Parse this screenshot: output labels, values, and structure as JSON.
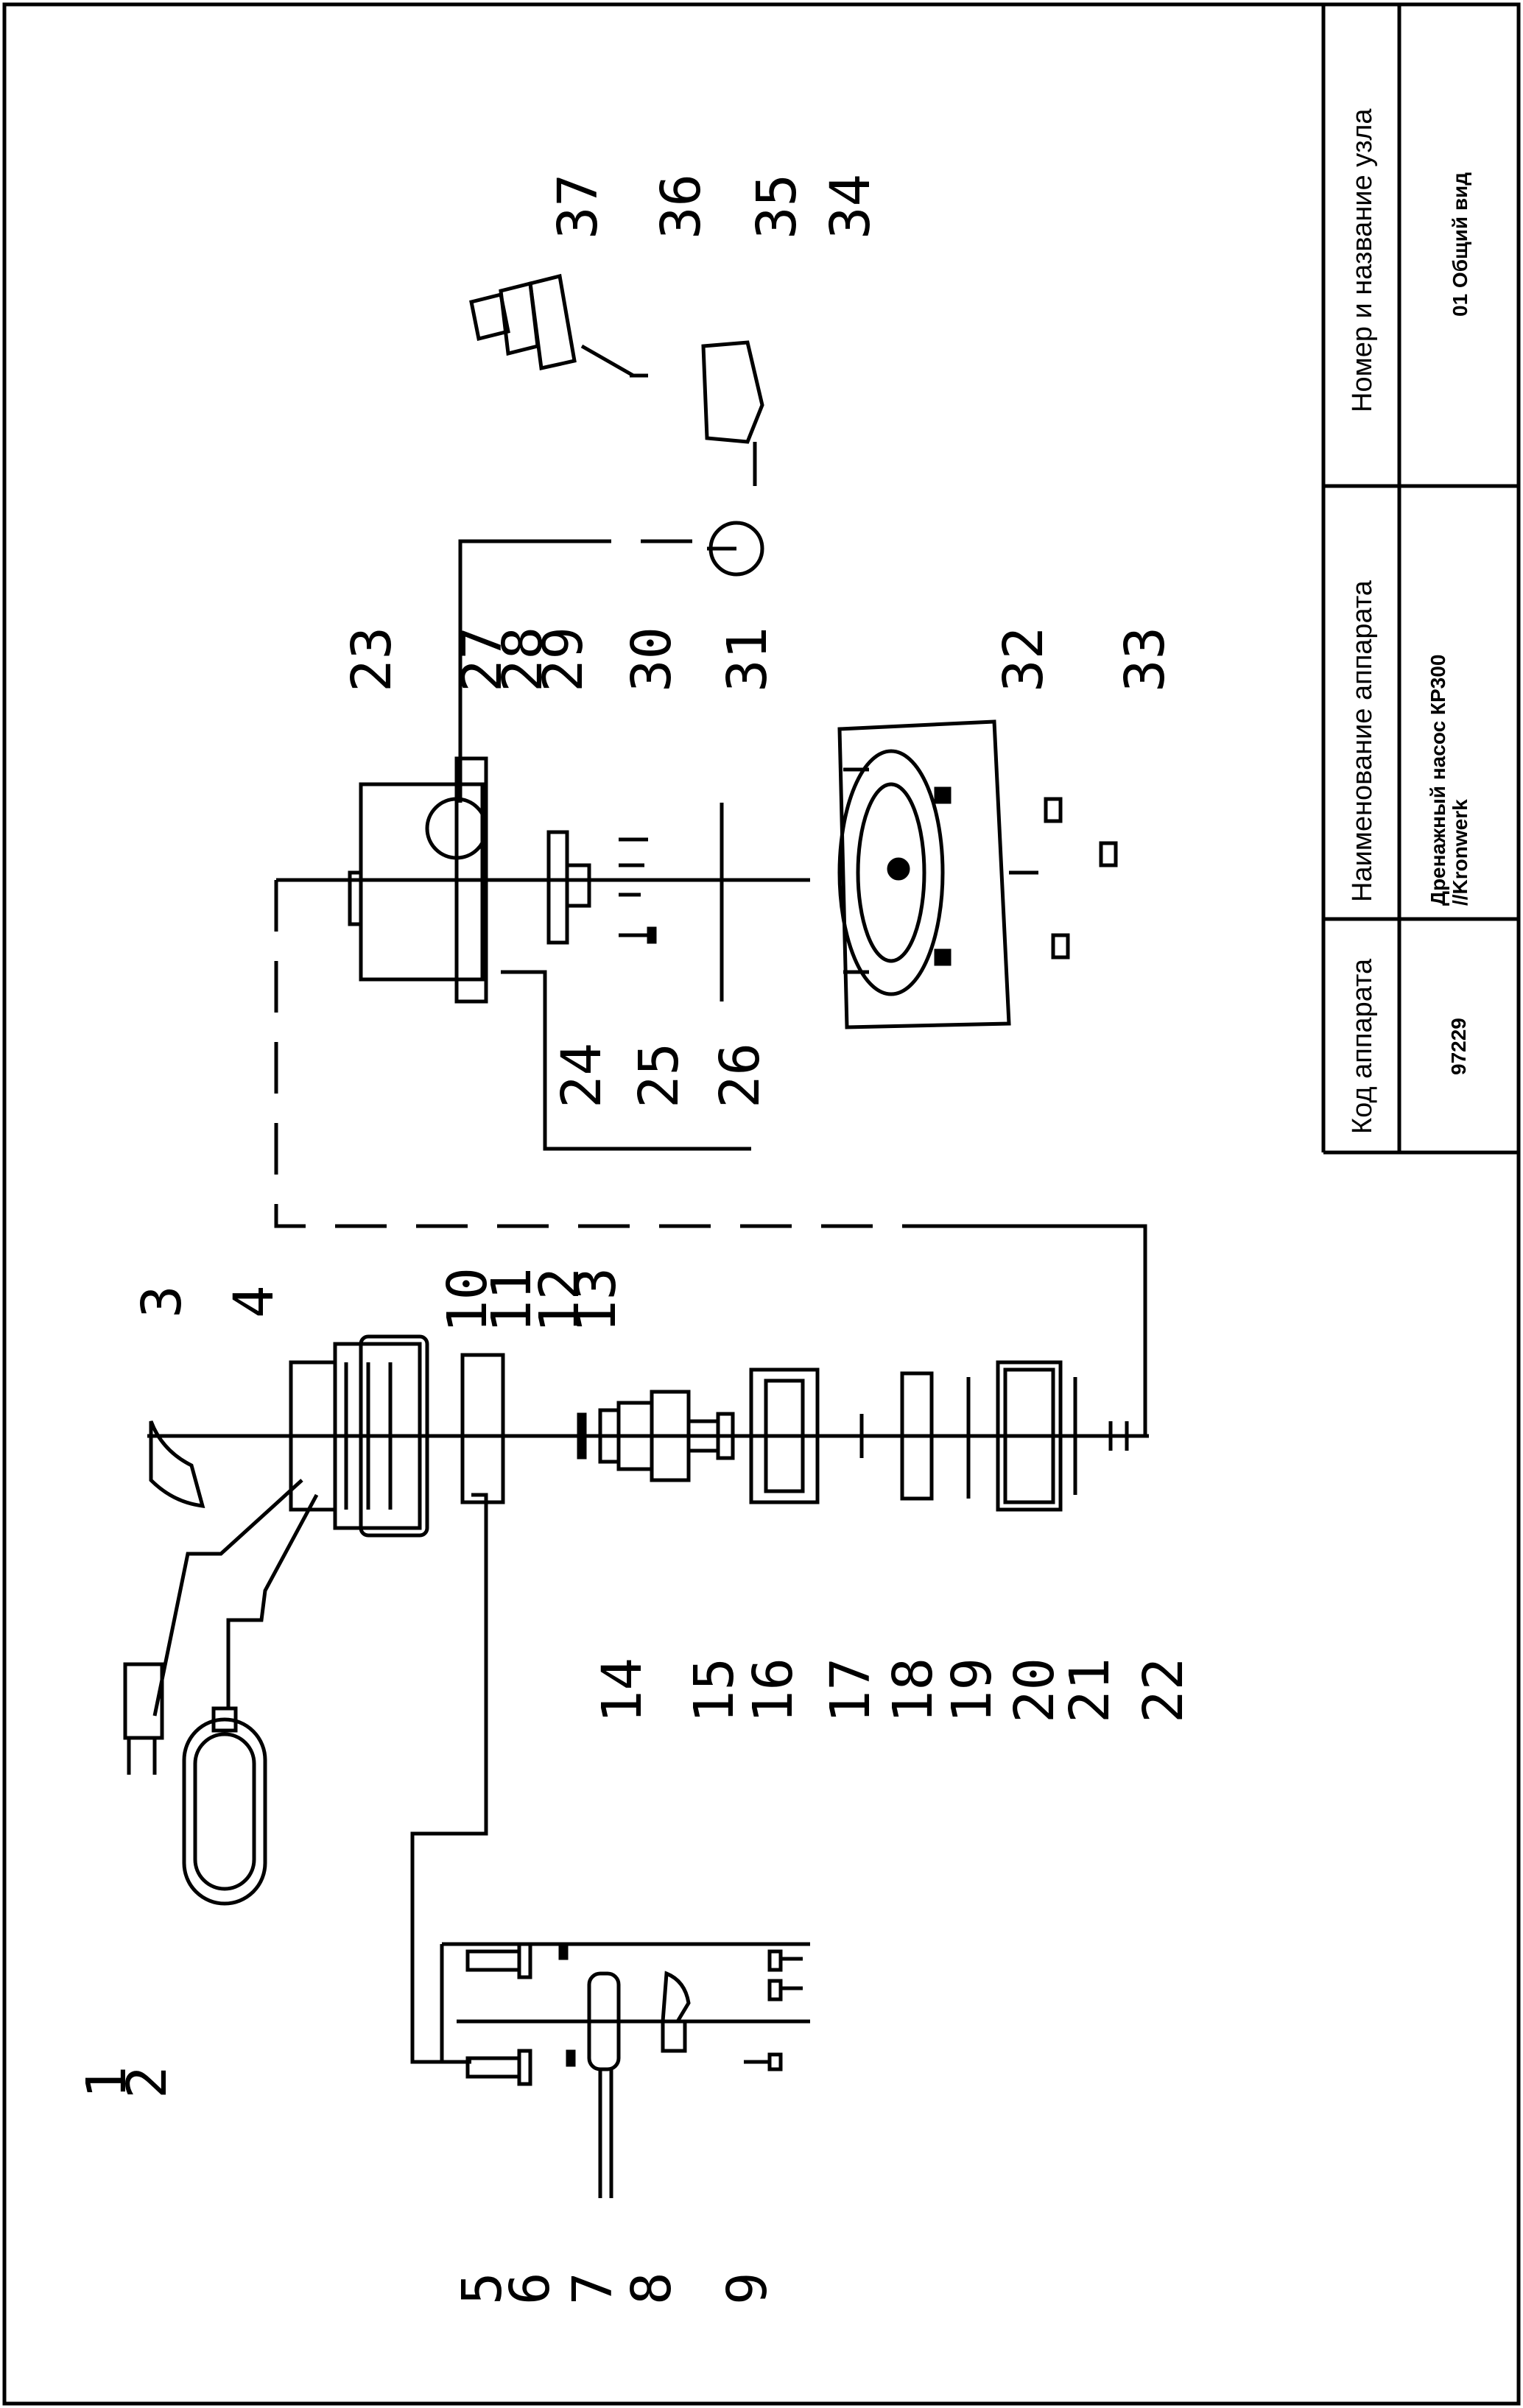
{
  "title_block": {
    "code_header": "Код аппарата",
    "code_value": "97229",
    "name_header": "Наименование аппарата",
    "name_value_line1": "Дренажный насос КР300",
    "name_value_line2": "//Kronwerk",
    "node_header": "Номер и название узла",
    "node_value": "01 Общий вид"
  },
  "callouts": [
    "1",
    "2",
    "3",
    "4",
    "5",
    "6",
    "7",
    "8",
    "9",
    "10",
    "11",
    "12",
    "13",
    "14",
    "15",
    "16",
    "17",
    "18",
    "19",
    "20",
    "21",
    "22",
    "23",
    "24",
    "25",
    "26",
    "27",
    "28",
    "29",
    "30",
    "31",
    "32",
    "33",
    "34",
    "35",
    "36",
    "37"
  ]
}
